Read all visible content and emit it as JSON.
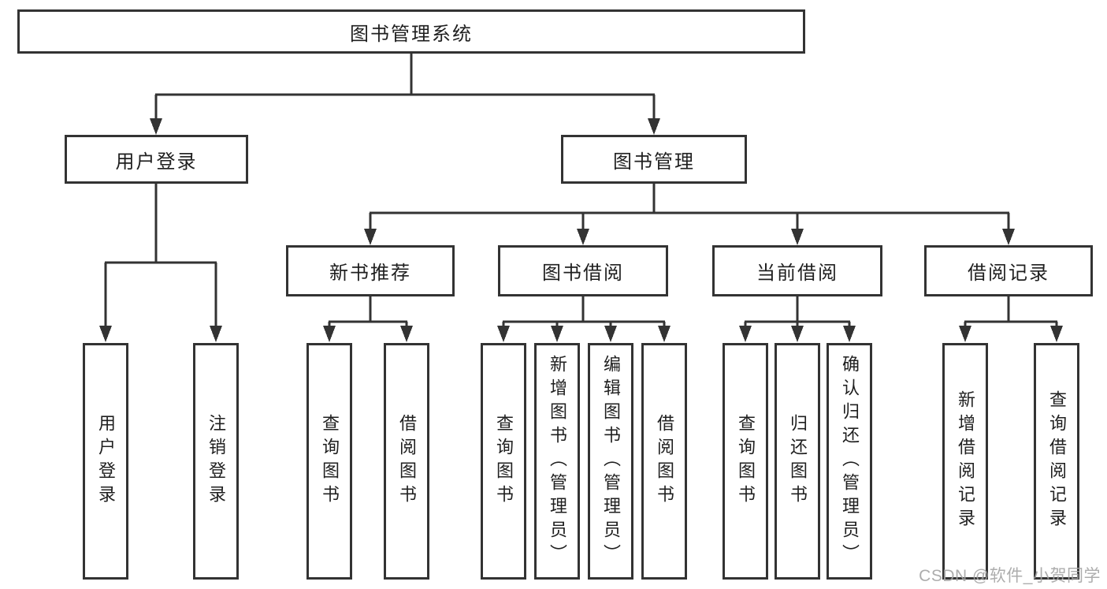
{
  "diagram": {
    "title": "图书管理系统",
    "level1": [
      {
        "label": "用户登录"
      },
      {
        "label": "图书管理"
      }
    ],
    "level2": [
      {
        "label": "新书推荐"
      },
      {
        "label": "图书借阅"
      },
      {
        "label": "当前借阅"
      },
      {
        "label": "借阅记录"
      }
    ],
    "leaves": {
      "user": [
        "用户登录",
        "注销登录"
      ],
      "recommend": [
        "查询图书",
        "借阅图书"
      ],
      "borrow": [
        "查询图书",
        "新增图书（管理员）",
        "编辑图书（管理员）",
        "借阅图书"
      ],
      "current": [
        "查询图书",
        "归还图书",
        "确认归还（管理员）"
      ],
      "records": [
        "新增借阅记录",
        "查询借阅记录"
      ]
    },
    "line_color": "#333333"
  },
  "watermark": "CSDN @软件_小贺同学"
}
